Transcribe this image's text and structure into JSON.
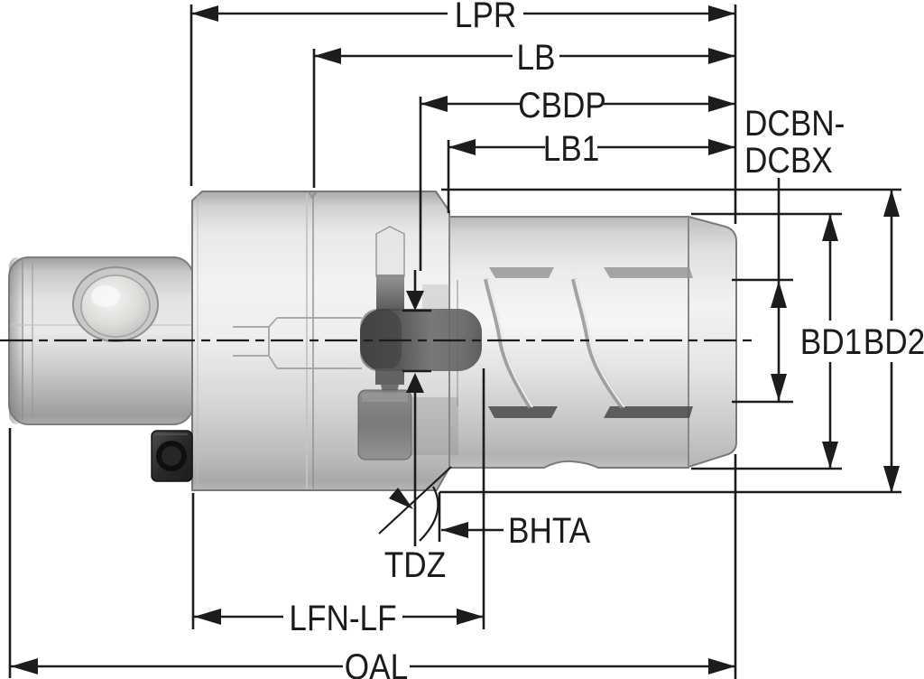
{
  "drawing": {
    "kind": "technical-dimension-diagram",
    "subject": "ghosted side view of a modular boring tool holder / adapter with dimension callouts",
    "background": "#ffffff"
  },
  "labels": {
    "lpr": "LPR",
    "lb": "LB",
    "cbdp": "CBDP",
    "lb1": "LB1",
    "dcbn_row1": "DCBN-",
    "dcbn_row2": "DCBX",
    "bd1": "BD1",
    "bd2": "BD2",
    "bhta": "BHTA",
    "tdz": "TDZ",
    "lfn_lf": "LFN-LF",
    "oal": "OAL"
  },
  "colors": {
    "dimension_lines": "#1c1c1c",
    "body_outline": "#7a7a7a",
    "body_light": "#f4f4f4",
    "body_mid": "#d9d9d9",
    "body_dark": "#a8a8a8",
    "slit_top": "#8f9496",
    "slit_bottom": "#46494b",
    "mechanism_dark": "#4a4a4a",
    "mechanism_mid": "#7c7c7c",
    "screw_black": "#101010"
  }
}
